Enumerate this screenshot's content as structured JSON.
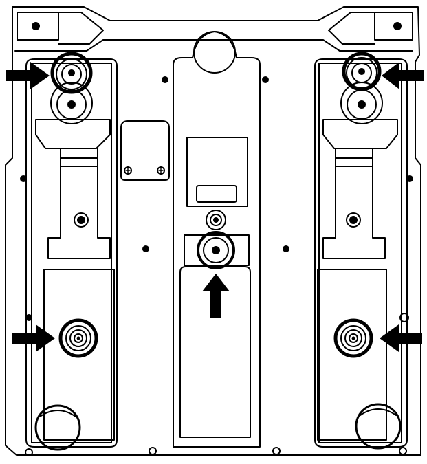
{
  "diagram": {
    "background_color": "#ffffff",
    "line_color": "#000000",
    "highlight_count": 5,
    "arrow_directions": [
      "right",
      "left",
      "up",
      "right",
      "left"
    ]
  }
}
